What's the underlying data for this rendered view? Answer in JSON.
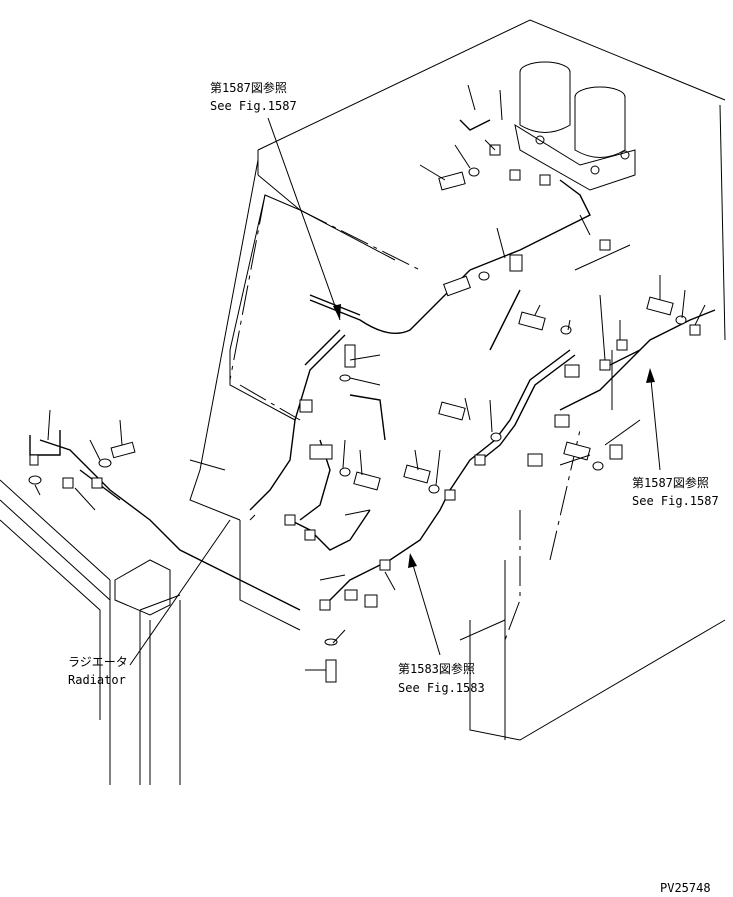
{
  "callouts": [
    {
      "id": "ref-1587-top",
      "jp": "第1587図参照",
      "en": "See Fig.1587"
    },
    {
      "id": "ref-1587-right",
      "jp": "第1587図参照",
      "en": "See Fig.1587"
    },
    {
      "id": "ref-1583",
      "jp": "第1583図参照",
      "en": "See Fig.1583"
    },
    {
      "id": "radiator",
      "jp": "ラジエータ",
      "en": "Radiator"
    }
  ],
  "figure_code": "PV25748"
}
